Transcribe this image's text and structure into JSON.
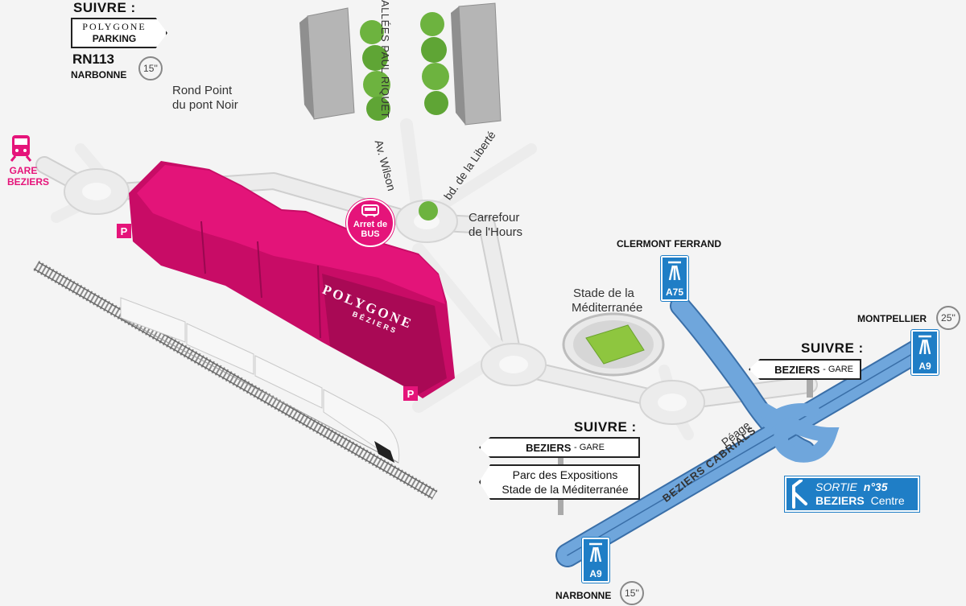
{
  "top_left": {
    "suivre": "SUIVRE :",
    "sign_line1": "POLYGONE",
    "sign_line2": "PARKING",
    "road": "RN113",
    "city": "NARBONNE",
    "time": "15''"
  },
  "places": {
    "rond_point_line1": "Rond Point",
    "rond_point_line2": "du pont Noir",
    "allees": "ALLÉES PAUL RIQUET",
    "wilson": "Av. Wilson",
    "liberte": "bd. de la Liberté",
    "carrefour_line1": "Carrefour",
    "carrefour_line2": "de l'Hours",
    "stade_line1": "Stade de la",
    "stade_line2": "Méditerranée",
    "peage": "Péage",
    "cabrials": "BEZIERS CABRIALS"
  },
  "gare": {
    "line1": "GARE",
    "line2": "BEZIERS"
  },
  "bus": {
    "line1": "Arret de",
    "line2": "BUS"
  },
  "parking_letter": "P",
  "building": {
    "name": "POLYGONE",
    "sub": "BÉZIERS"
  },
  "signs": {
    "clermont": "CLERMONT FERRAND",
    "a75": "A75",
    "montpellier": "MONTPELLIER",
    "montpellier_time": "25''",
    "a9_right": "A9",
    "suivre_right": "SUIVRE :",
    "beziers_right": "BEZIERS",
    "gare_right": "- GARE",
    "suivre_center": "SUIVRE :",
    "beziers_center": "BEZIERS",
    "gare_center": "- GARE",
    "parc_line1": "Parc des Expositions",
    "parc_line2": "Stade de la Méditerranée",
    "sortie_word": "SORTIE",
    "sortie_num": "n°35",
    "sortie_beziers": "BEZIERS",
    "sortie_centre": "Centre",
    "a9_bottom": "A9",
    "narbonne": "NARBONNE",
    "narbonne_time": "15''"
  },
  "colors": {
    "pink": "#e5147a",
    "blue": "#1f7ec6",
    "highway": "#6fa6dc",
    "road": "#e2e2e2",
    "green": "#6db33f"
  }
}
